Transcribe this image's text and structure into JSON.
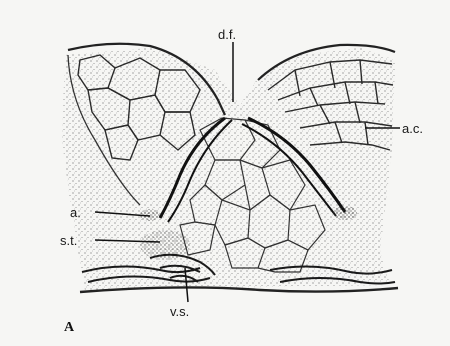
{
  "figure": {
    "panel_letter": "A",
    "labels": {
      "dorsal_fold": "d.f.",
      "areolar_cells": "a.c.",
      "artery": "a.",
      "stroma_tissue": "s.t.",
      "vessel": "v.s."
    }
  }
}
